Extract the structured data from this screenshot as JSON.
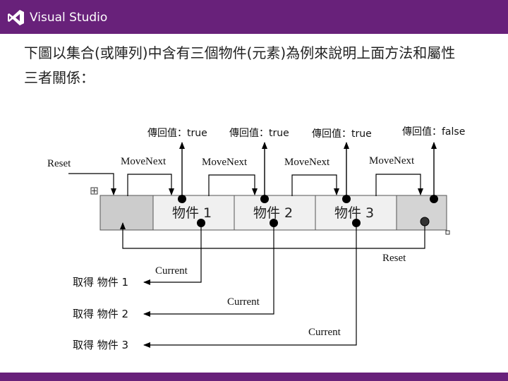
{
  "header": {
    "brand_text": "Visual Studio",
    "logo_icon": "visual-studio-logo-icon",
    "bar_color": "#68217a"
  },
  "description": {
    "line1": "下圖以集合(或陣列)中含有三個物件(元素)為例來說明上面方法和屬性",
    "line2": "三者關係："
  },
  "diagram": {
    "cells": [
      {
        "name": "",
        "fill": "#cccccc"
      },
      {
        "name": "物件 1",
        "fill": "#f0f0f0"
      },
      {
        "name": "物件 2",
        "fill": "#f0f0f0"
      },
      {
        "name": "物件 3",
        "fill": "#f0f0f0"
      },
      {
        "name": "",
        "fill": "#d4d4d4"
      }
    ],
    "reset_top": "Reset",
    "reset_bottom": "Reset",
    "movenext": [
      "MoveNext",
      "MoveNext",
      "MoveNext",
      "MoveNext"
    ],
    "returns": [
      "傳回值：true",
      "傳回值：true",
      "傳回值：true",
      "傳回值：false"
    ],
    "current": [
      "Current",
      "Current",
      "Current"
    ],
    "get": [
      "取得 物件 1",
      "取得 物件 2",
      "取得 物件 3"
    ]
  }
}
